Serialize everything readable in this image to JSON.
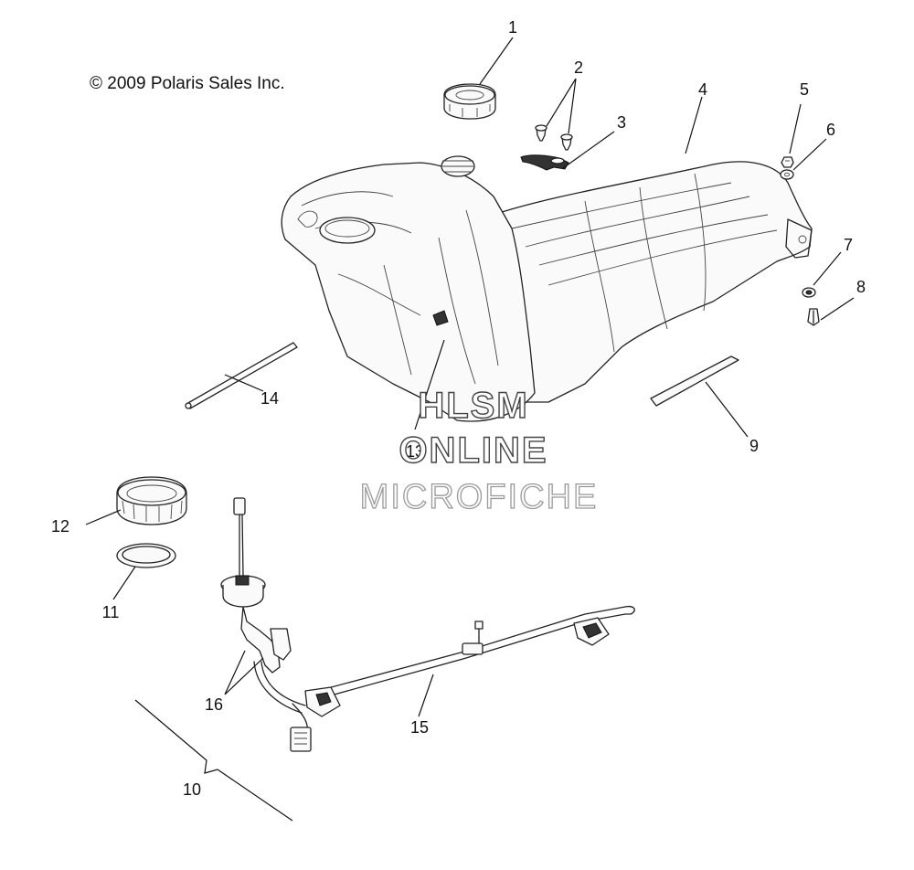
{
  "copyright": "© 2009 Polaris Sales Inc.",
  "watermark": {
    "line1": "HLSM",
    "line2": "ONLINE",
    "line3": "MICROFICHE"
  },
  "callouts": {
    "p1": "1",
    "p2": "2",
    "p3": "3",
    "p4": "4",
    "p5": "5",
    "p6": "6",
    "p7": "7",
    "p8": "8",
    "p9": "9",
    "p10": "10",
    "p11": "11",
    "p12": "12",
    "p13": "13",
    "p14": "14",
    "p15": "15",
    "p16": "16"
  }
}
